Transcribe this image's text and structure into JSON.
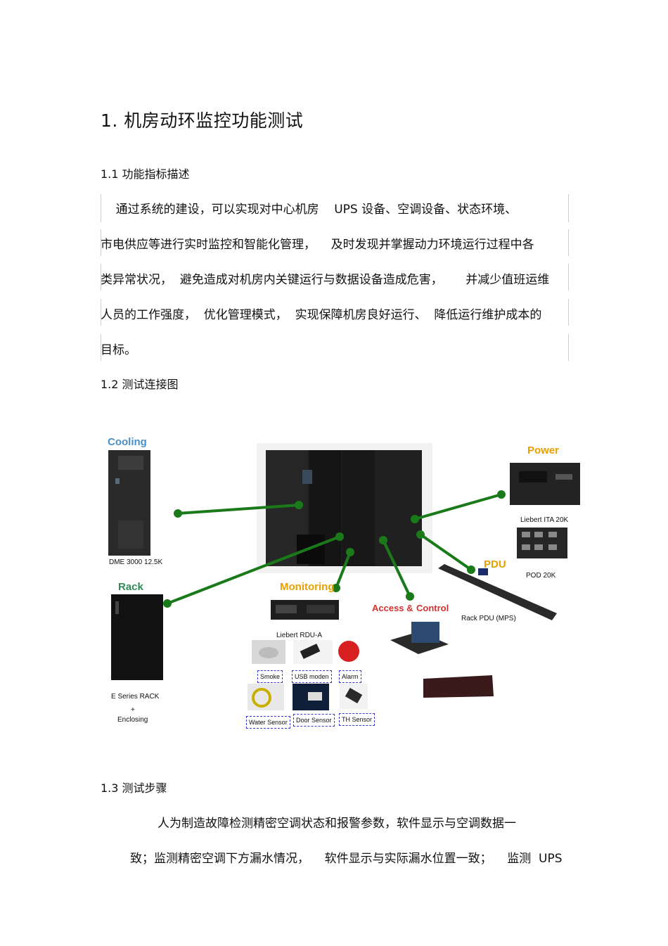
{
  "heading1": "1. 机房动环监控功能测试",
  "section_1_1": {
    "title": "1.1  功能指标描述",
    "lines": [
      "    通过系统的建设，可以实现对中心机房    UPS 设备、空调设备、状态环境、",
      "市电供应等进行实时监控和智能化管理，    及时发现并掌握动力环境运行过程中各",
      "类异常状况，  避免造成对机房内关键运行与数据设备造成危害，      并减少值班运维",
      "人员的工作强度，  优化管理模式，  实现保障机房良好运行、  降低运行维护成本的",
      "目标。"
    ]
  },
  "section_1_2": {
    "title": "1.2  测试连接图"
  },
  "diagram": {
    "tags": {
      "cooling": "Cooling",
      "power": "Power",
      "pdu": "PDU",
      "rack": "Rack",
      "monitoring": "Monitoring",
      "access": "Access &",
      "control": "Control"
    },
    "labels": {
      "dme": "DME    3000 12.5K",
      "ita": "Liebert ITA 20K",
      "pod": "POD 20K",
      "rack_pdu": "Rack PDU (MPS)",
      "rdu": "Liebert RDU-A",
      "erack": "E Series RACK",
      "plus": "+",
      "enclosing": "Enclosing"
    },
    "sensors": [
      "Smoke",
      "USB moden",
      "Alarm",
      "Water Sensor",
      "Door Sensor",
      "TH Sensor"
    ],
    "colors": {
      "connector": "#1a7a1a",
      "cooling": "#4a90c8",
      "power": "#e8a000",
      "pdu": "#e8a000",
      "rack": "#2e8b57",
      "monitoring": "#e8a000",
      "access": "#d63030",
      "control": "#d63030"
    }
  },
  "section_1_3": {
    "title": "1.3  测试步骤",
    "lines": [
      "人为制造故障检测精密空调状态和报警参数，软件显示与空调数据一",
      "致；监测精密空调下方漏水情况，    软件显示与实际漏水位置一致；    监测  UPS"
    ]
  }
}
